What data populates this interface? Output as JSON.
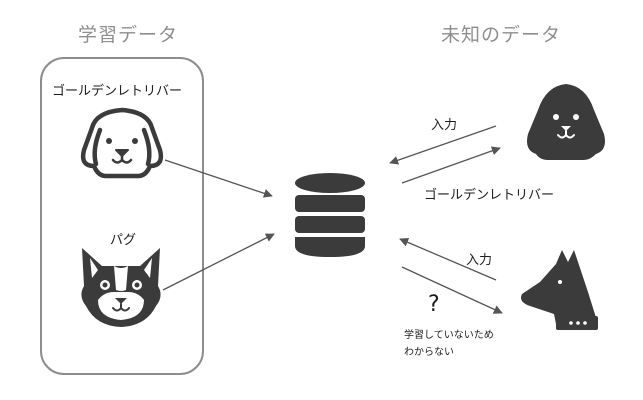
{
  "learning_section": {
    "heading": "学習データ",
    "samples": [
      {
        "label": "ゴールデンレトリバー",
        "icon": "golden-retriever-face-icon"
      },
      {
        "label": "パグ",
        "icon": "pug-face-icon"
      }
    ]
  },
  "unknown_section": {
    "heading": "未知のデータ",
    "queries": [
      {
        "input_label": "入力",
        "output_label": "ゴールデンレトリバー",
        "icon": "floppy-eared-dog-icon"
      },
      {
        "input_label": "入力",
        "output_label": "?",
        "note_lines": [
          "学習していないため",
          "わからない"
        ],
        "icon": "doberman-silhouette-icon"
      }
    ]
  },
  "model": {
    "icon": "database-icon"
  },
  "colors": {
    "icon_fill": "#3b3b3b",
    "heading_text": "#8e8e8e",
    "panel_border": "#8d8d8d",
    "arrow": "#555555"
  }
}
